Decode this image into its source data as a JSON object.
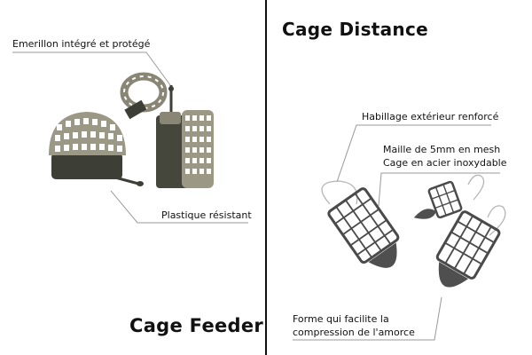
{
  "left_panel": {
    "title": "Cage Feeder",
    "callouts": {
      "swivel": "Emerillon intégré et protégé",
      "plastic": "Plastique résistant"
    }
  },
  "right_panel": {
    "title": "Cage Distance",
    "callouts": {
      "coating": "Habillage extérieur renforcé",
      "mesh_line1": "Maille de 5mm en mesh",
      "mesh_line2": "Cage en acier inoxydable",
      "shape_line1": "Forme qui facilite la",
      "shape_line2": "compression de l'amorce"
    }
  },
  "colors": {
    "divider": "#111111",
    "callout_line": "#9a9a9a",
    "cage_metal": "#8a8676",
    "feeder_base": "#3d3f36",
    "distance_cage": "#4a4a4a"
  }
}
